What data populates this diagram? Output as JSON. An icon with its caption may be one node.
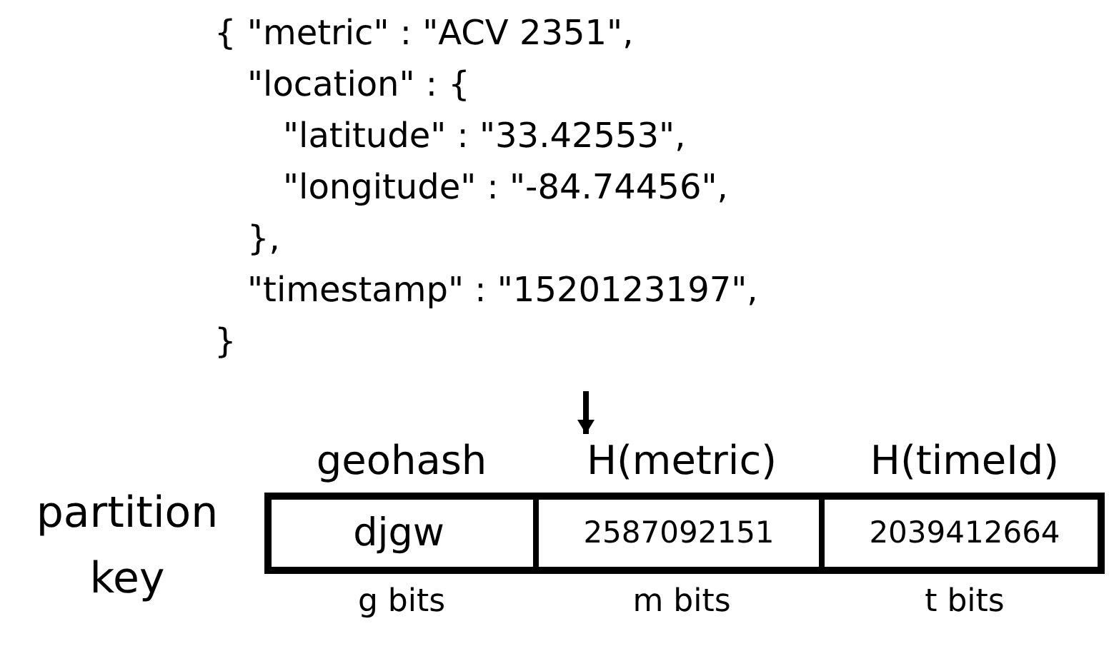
{
  "diagram": {
    "nodes": [
      {
        "text": [
          "{ \"metric\" : \"ACV 2351\",",
          "\"location\" : {",
          "\"latitude\" : \"33.42553\",",
          "\"longitude\" : \"-84.74456\",",
          "},",
          "\"timestamp\" : \"1520123197\",",
          "}"
        ]
      },
      {
        "text": [
          "geohash",
          "djgw",
          "g bits"
        ]
      },
      {
        "text": [
          "H(metric)",
          "2587092151",
          "m bits"
        ]
      },
      {
        "text": [
          "H(timeId)",
          "2039412664",
          "t bits"
        ]
      }
    ],
    "edges": [
      {
        "from": 0,
        "to": 2,
        "arrow": "to"
      }
    ],
    "labels": [
      "partition key"
    ]
  }
}
